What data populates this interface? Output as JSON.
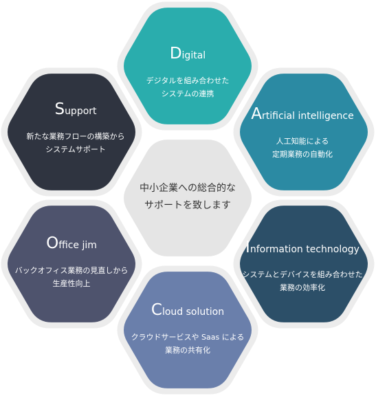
{
  "center": {
    "line1": "中小企業への総合的な",
    "line2": "サポートを致します",
    "color": "#e5e5e5"
  },
  "hexes": [
    {
      "id": "digital",
      "title_cap": "D",
      "title_rest": "igital",
      "desc_line1": "デジタルを組み合わせた",
      "desc_line2": "システムの連携",
      "color": "#2aadad"
    },
    {
      "id": "ai",
      "title_cap": "A",
      "title_rest": "rtificial intelligence",
      "desc_line1": "人工知能による",
      "desc_line2": "定期業務の自動化",
      "color": "#2b8aa3"
    },
    {
      "id": "it",
      "title_cap": "I",
      "title_rest": "nformation technology",
      "desc_line1": "システムとデバイスを組み合わせた",
      "desc_line2": "業務の効率化",
      "color": "#2c4f68"
    },
    {
      "id": "cloud",
      "title_cap": "C",
      "title_rest": "loud solution",
      "desc_line1": "クラウドサービスや Saas による",
      "desc_line2": "業務の共有化",
      "color": "#6a7fab"
    },
    {
      "id": "office",
      "title_cap": "O",
      "title_rest": "ffice jim",
      "desc_line1": "バックオフィス業務の見直しから",
      "desc_line2": "生産性向上",
      "color": "#4e536d"
    },
    {
      "id": "support",
      "title_cap": "S",
      "title_rest": "upport",
      "desc_line1": "新たな業務フローの構築から",
      "desc_line2": "システムサポート",
      "color": "#2f3440"
    }
  ],
  "ring_color": "#ececec"
}
